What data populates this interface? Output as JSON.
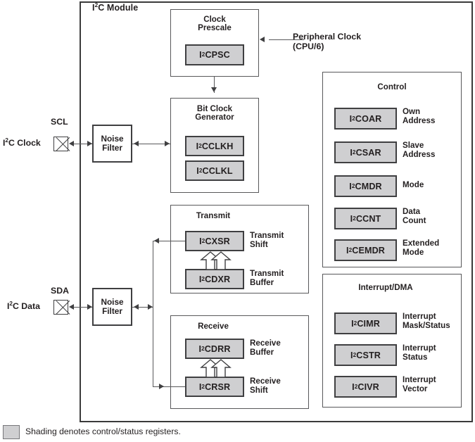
{
  "module": {
    "title_pre": "I",
    "title_sup": "2",
    "title_post": "C Module"
  },
  "pins": [
    {
      "name": "SCL",
      "signal_pre": "I",
      "signal_sup": "2",
      "signal_post": "C Clock",
      "symbol": "crossed-box-pin"
    },
    {
      "name": "SDA",
      "signal_pre": "I",
      "signal_sup": "2",
      "signal_post": "C Data",
      "symbol": "crossed-box-pin"
    }
  ],
  "noise_filters": [
    {
      "label": "Noise\nFilter"
    },
    {
      "label": "Noise\nFilter"
    }
  ],
  "external": {
    "peripheral_clock": "Peripheral Clock\n(CPU/6)"
  },
  "blocks": {
    "clock_prescale": {
      "title": "Clock\nPrescale",
      "registers": [
        {
          "pre": "I",
          "sup": "2",
          "post": "CPSC",
          "label": ""
        }
      ]
    },
    "bit_clock_generator": {
      "title": "Bit Clock\nGenerator",
      "registers": [
        {
          "pre": "I",
          "sup": "2",
          "post": "CCLKH",
          "label": ""
        },
        {
          "pre": "I",
          "sup": "2",
          "post": "CCLKL",
          "label": ""
        }
      ]
    },
    "transmit": {
      "title": "Transmit",
      "registers": [
        {
          "pre": "I",
          "sup": "2",
          "post": "CXSR",
          "label": "Transmit\nShift"
        },
        {
          "pre": "I",
          "sup": "2",
          "post": "CDXR",
          "label": "Transmit\nBuffer"
        }
      ]
    },
    "receive": {
      "title": "Receive",
      "registers": [
        {
          "pre": "I",
          "sup": "2",
          "post": "CDRR",
          "label": "Receive\nBuffer"
        },
        {
          "pre": "I",
          "sup": "2",
          "post": "CRSR",
          "label": "Receive\nShift"
        }
      ]
    },
    "control": {
      "title": "Control",
      "registers": [
        {
          "pre": "I",
          "sup": "2",
          "post": "COAR",
          "label": "Own\nAddress"
        },
        {
          "pre": "I",
          "sup": "2",
          "post": "CSAR",
          "label": "Slave\nAddress"
        },
        {
          "pre": "I",
          "sup": "2",
          "post": "CMDR",
          "label": "Mode"
        },
        {
          "pre": "I",
          "sup": "2",
          "post": "CCNT",
          "label": "Data\nCount"
        },
        {
          "pre": "I",
          "sup": "2",
          "post": "CEMDR",
          "label": "Extended\nMode"
        }
      ]
    },
    "interrupt_dma": {
      "title": "Interrupt/DMA",
      "registers": [
        {
          "pre": "I",
          "sup": "2",
          "post": "CIMR",
          "label": "Interrupt\nMask/Status"
        },
        {
          "pre": "I",
          "sup": "2",
          "post": "CSTR",
          "label": "Interrupt\nStatus"
        },
        {
          "pre": "I",
          "sup": "2",
          "post": "CIVR",
          "label": "Interrupt\nVector"
        }
      ]
    }
  },
  "legend": {
    "text": "Shading denotes control/status registers.",
    "swatch_color": "#cfcfd1"
  },
  "colors": {
    "register_fill": "#cfcfd1",
    "register_border": "#3f3f41",
    "block_border": "#58585a",
    "frame_border": "#3a3a3a",
    "text": "#231f20",
    "background": "#ffffff"
  }
}
